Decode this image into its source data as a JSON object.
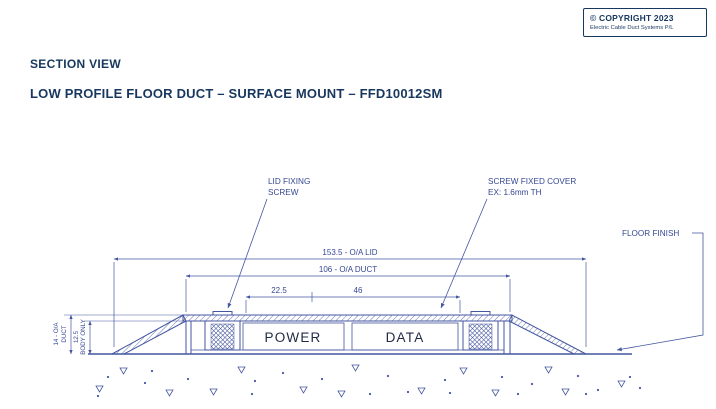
{
  "copyright": {
    "line1": "© COPYRIGHT 2023",
    "line2": "Electric Cable Duct Systems P/L"
  },
  "header": {
    "section_label": "SECTION VIEW",
    "title": "LOW PROFILE FLOOR DUCT – SURFACE MOUNT – FFD10012SM"
  },
  "drawing": {
    "callouts": {
      "lid_fixing_line1": "LID FIXING",
      "lid_fixing_line2": "SCREW",
      "cover_line1": "SCREW FIXED COVER",
      "cover_line2": "EX: 1.6mm TH",
      "floor_finish": "FLOOR FINISH"
    },
    "compartments": {
      "left": "POWER",
      "right": "DATA"
    },
    "dimensions": {
      "oa_lid": "153.5 - O/A LID",
      "oa_duct": "106 - O/A DUCT",
      "power_width": "22.5",
      "data_width": "46",
      "oa_height_line1": "14 - O/A",
      "oa_height_line2": "DUCT",
      "body_height_line1": "12.5",
      "body_height_line2": "BODY ONLY"
    },
    "colors": {
      "line": "#4456a0",
      "dim_text": "#364894",
      "heading": "#17375e",
      "compartment_text": "#222b45"
    }
  }
}
